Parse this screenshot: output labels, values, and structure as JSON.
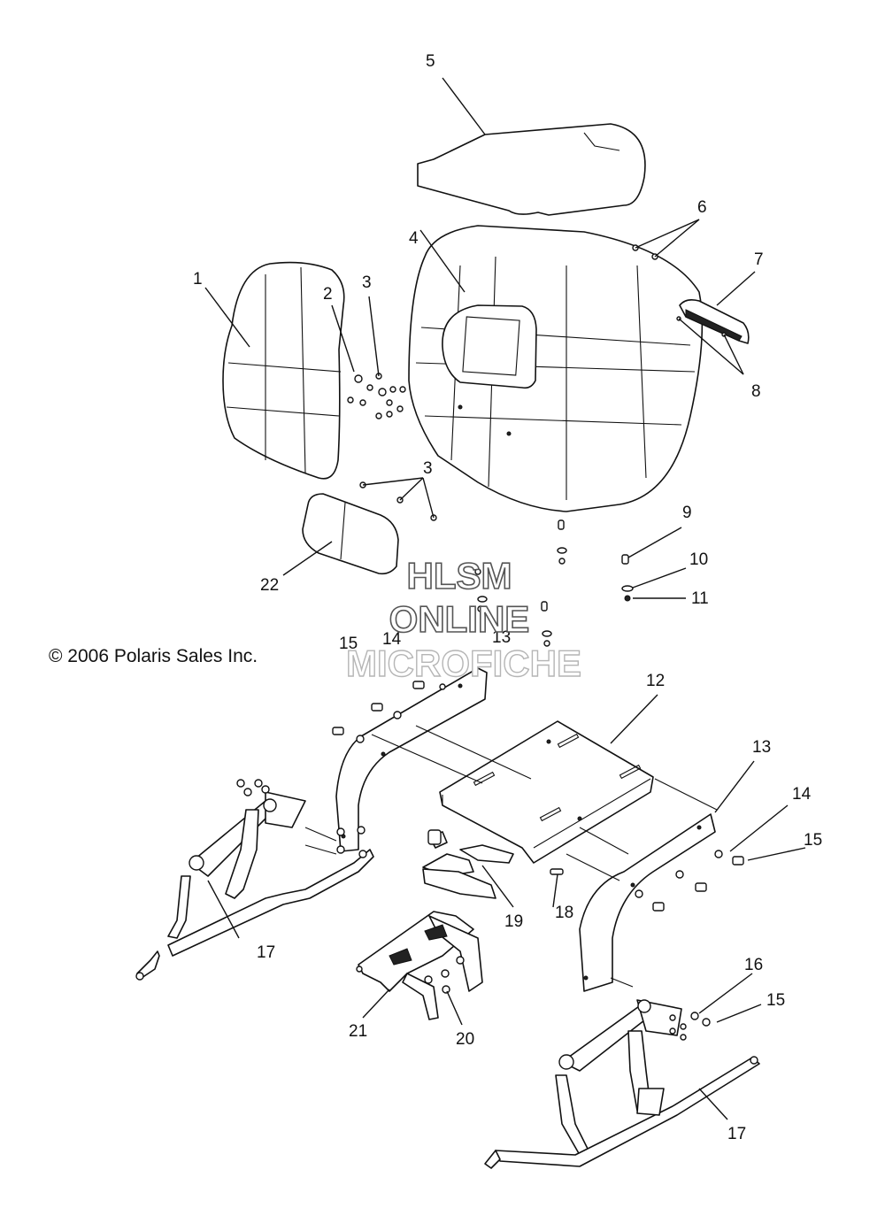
{
  "copyright": "© 2006 Polaris Sales Inc.",
  "watermark": {
    "line1": "HLSM",
    "line2": "ONLINE",
    "line3": "MICROFICHE"
  },
  "callouts": {
    "c1": "1",
    "c2": "2",
    "c3a": "3",
    "c3b": "3",
    "c4": "4",
    "c5": "5",
    "c6": "6",
    "c7": "7",
    "c8": "8",
    "c9": "9",
    "c10": "10",
    "c11": "11",
    "c12": "12",
    "c13a": "13",
    "c13b": "13",
    "c14a": "14",
    "c14b": "14",
    "c15a": "15",
    "c15b": "15",
    "c15c": "15",
    "c16": "16",
    "c17a": "17",
    "c17b": "17",
    "c18": "18",
    "c19": "19",
    "c20": "20",
    "c21": "21",
    "c22": "22"
  }
}
